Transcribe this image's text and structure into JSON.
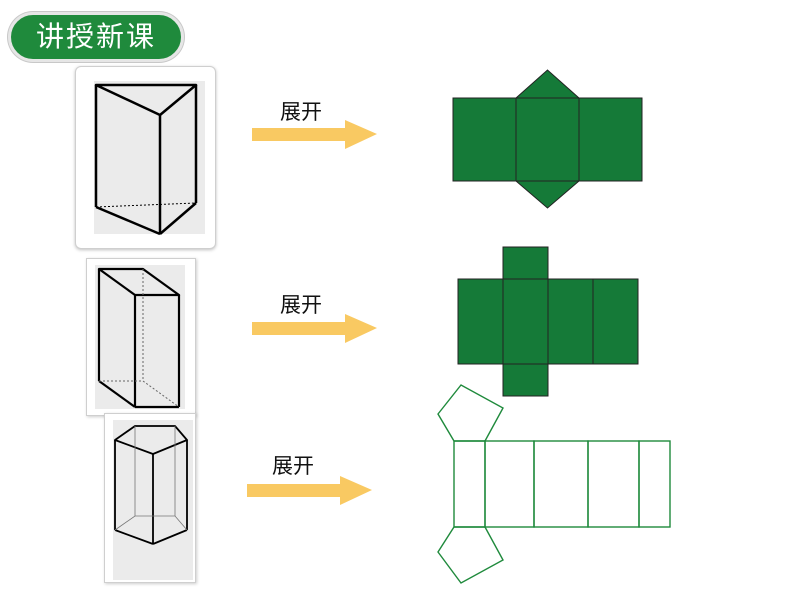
{
  "header": {
    "title": "讲授新课"
  },
  "rows": [
    {
      "unfold_label": "展开"
    },
    {
      "unfold_label": "展开"
    },
    {
      "unfold_label": "展开"
    }
  ],
  "colors": {
    "title_bg": "#1f8a3c",
    "net_fill": "#157a38",
    "net_outline": "#1f8a3c",
    "arrow": "#f9c962"
  }
}
